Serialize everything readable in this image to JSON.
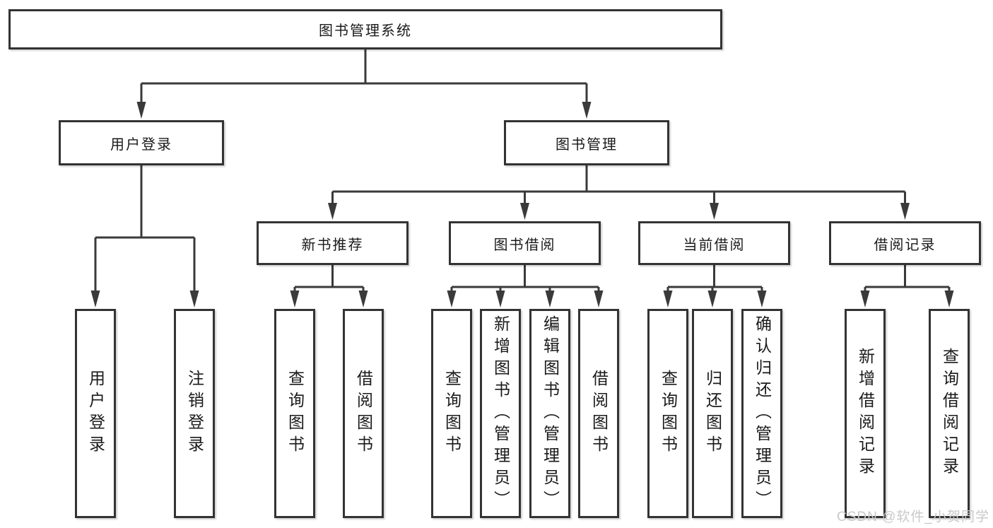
{
  "diagram": {
    "title": "图书管理系统",
    "watermark": "CSDN @软件_小贺同学",
    "colors": {
      "line": "#3a3a3a",
      "box_border": "#333333",
      "text": "#1a1a1a",
      "background": "#ffffff",
      "watermark": "#c9c9c9"
    },
    "nodes": [
      {
        "id": "root",
        "label": "图书管理系统",
        "parent": null,
        "vertical": false
      },
      {
        "id": "user-login",
        "label": "用户登录",
        "parent": "root",
        "vertical": false
      },
      {
        "id": "book-management",
        "label": "图书管理",
        "parent": "root",
        "vertical": false
      },
      {
        "id": "new-book-recommend",
        "label": "新书推荐",
        "parent": "book-management",
        "vertical": false
      },
      {
        "id": "book-borrow",
        "label": "图书借阅",
        "parent": "book-management",
        "vertical": false
      },
      {
        "id": "current-borrow",
        "label": "当前借阅",
        "parent": "book-management",
        "vertical": false
      },
      {
        "id": "borrow-record",
        "label": "借阅记录",
        "parent": "book-management",
        "vertical": false
      },
      {
        "id": "leaf-user-login",
        "label": "用户登录",
        "parent": "user-login",
        "vertical": true
      },
      {
        "id": "leaf-logout",
        "label": "注销登录",
        "parent": "user-login",
        "vertical": true
      },
      {
        "id": "leaf-rec-query",
        "label": "查询图书",
        "parent": "new-book-recommend",
        "vertical": true
      },
      {
        "id": "leaf-rec-borrow",
        "label": "借阅图书",
        "parent": "new-book-recommend",
        "vertical": true
      },
      {
        "id": "leaf-bb-query",
        "label": "查询图书",
        "parent": "book-borrow",
        "vertical": true
      },
      {
        "id": "leaf-bb-add",
        "label": "新增图书（管理员）",
        "parent": "book-borrow",
        "vertical": true
      },
      {
        "id": "leaf-bb-edit",
        "label": "编辑图书（管理员）",
        "parent": "book-borrow",
        "vertical": true
      },
      {
        "id": "leaf-bb-borrow",
        "label": "借阅图书",
        "parent": "book-borrow",
        "vertical": true
      },
      {
        "id": "leaf-cb-query",
        "label": "查询图书",
        "parent": "current-borrow",
        "vertical": true
      },
      {
        "id": "leaf-cb-return",
        "label": "归还图书",
        "parent": "current-borrow",
        "vertical": true
      },
      {
        "id": "leaf-cb-confirm",
        "label": "确认归还（管理员）",
        "parent": "current-borrow",
        "vertical": true
      },
      {
        "id": "leaf-br-add",
        "label": "新增借阅记录",
        "parent": "borrow-record",
        "vertical": true
      },
      {
        "id": "leaf-br-query",
        "label": "查询借阅记录",
        "parent": "borrow-record",
        "vertical": true
      }
    ]
  }
}
